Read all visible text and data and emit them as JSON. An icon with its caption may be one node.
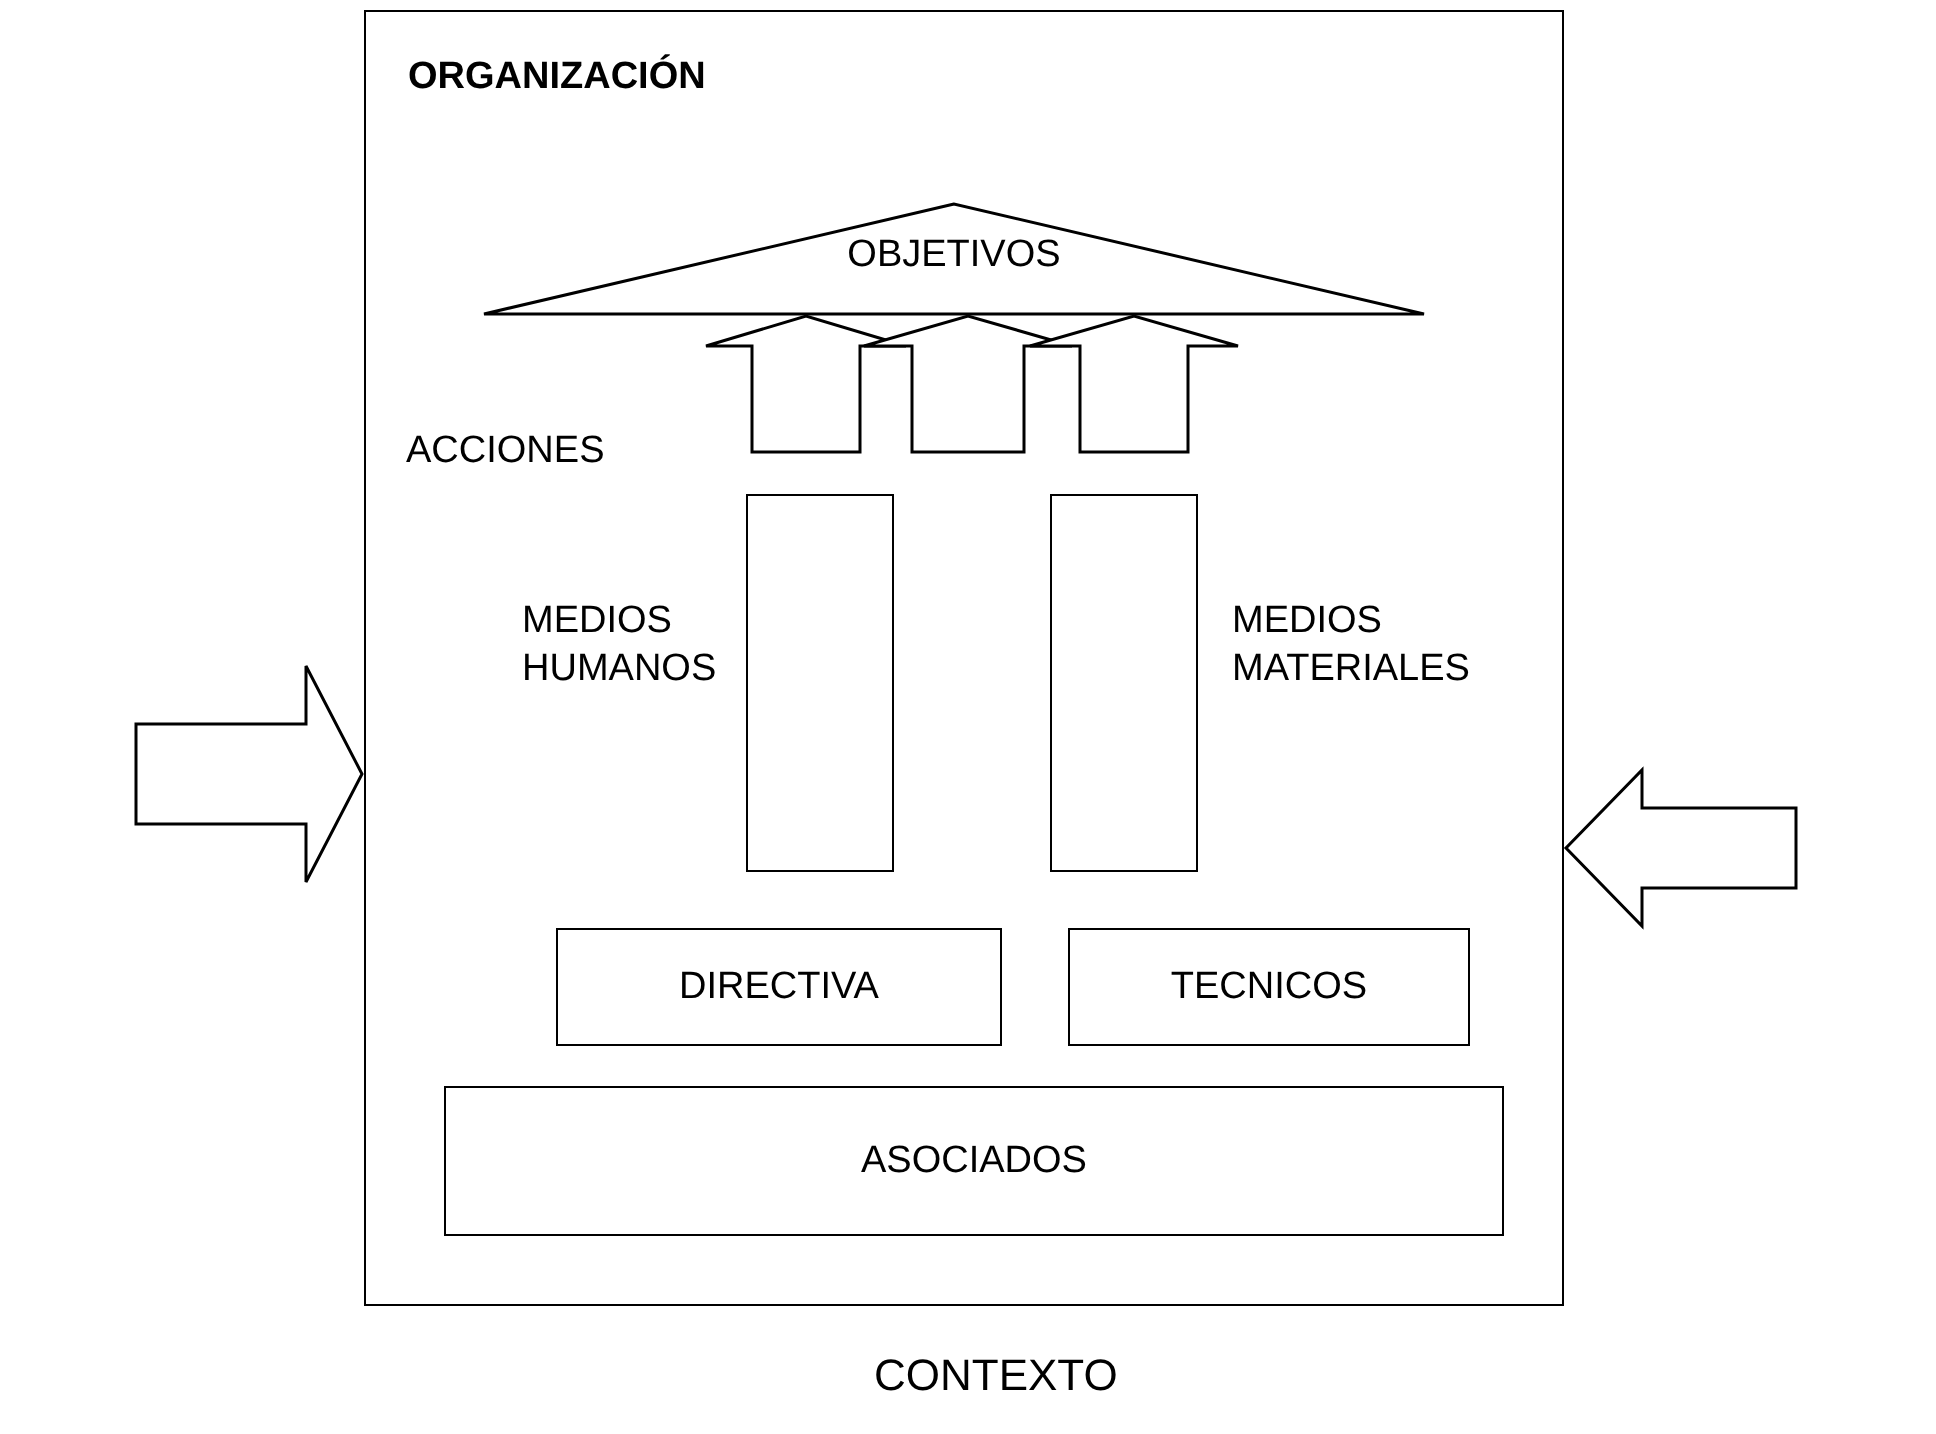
{
  "diagram": {
    "nodes": [
      {
        "text": [
          "ORGANIZACIÓN"
        ]
      },
      {
        "text": [
          "OBJETIVOS"
        ],
        "in": 0
      },
      {
        "text": [],
        "shape": "box",
        "in": 0,
        "beside": [
          "MEDIOS HUMANOS"
        ]
      },
      {
        "text": [],
        "shape": "box",
        "in": 0,
        "beside": [
          "MEDIOS MATERIALES"
        ]
      },
      {
        "text": [
          "DIRECTIVA"
        ],
        "in": 0
      },
      {
        "text": [
          "TECNICOS"
        ],
        "in": 0
      },
      {
        "text": [
          "ASOCIADOS"
        ],
        "in": 0
      }
    ],
    "edges": [
      {
        "from": null,
        "to": 1,
        "arrow": "to"
      },
      {
        "from": null,
        "to": 1,
        "arrow": "to"
      },
      {
        "from": null,
        "to": 1,
        "arrow": "to"
      },
      {
        "from": null,
        "to": 0,
        "arrow": "to"
      },
      {
        "from": null,
        "to": 0,
        "arrow": "to"
      }
    ],
    "labels": [
      "ACCIONES",
      "CONTEXTO"
    ]
  }
}
